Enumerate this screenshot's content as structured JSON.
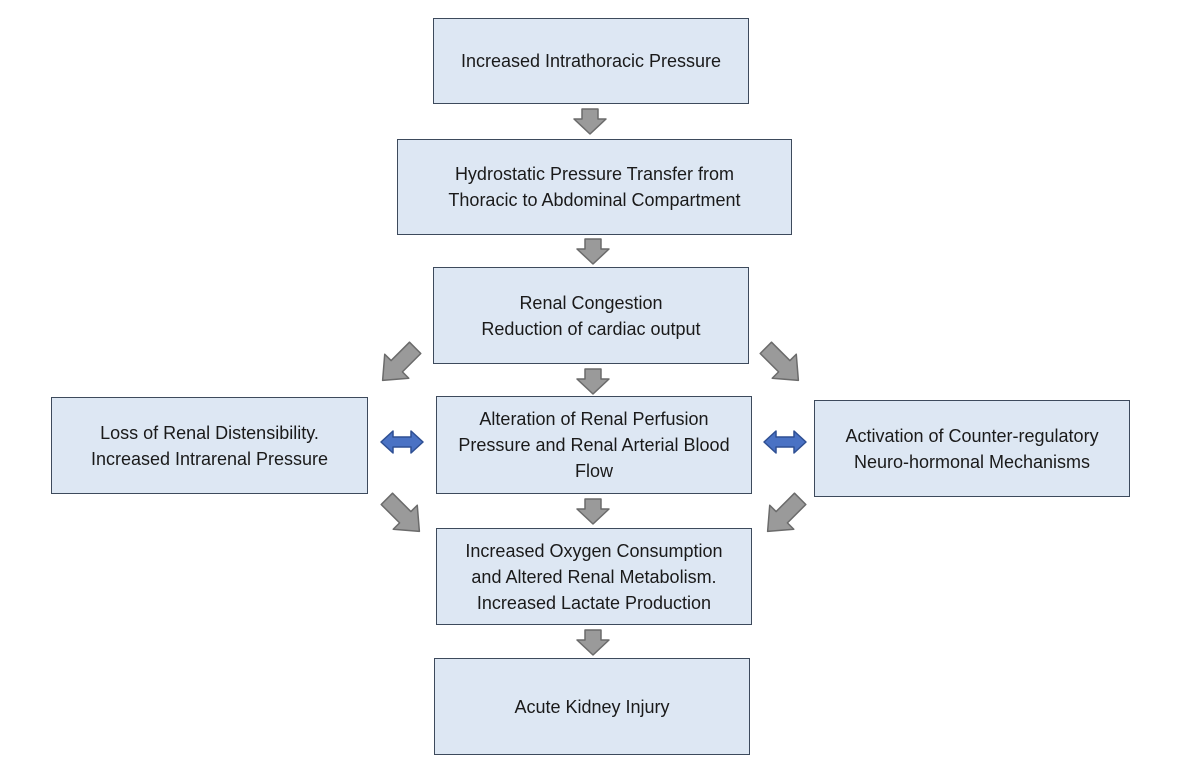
{
  "diagram": {
    "nodes": {
      "intrathoracic": "Increased Intrathoracic Pressure",
      "hydrostatic": "Hydrostatic Pressure Transfer from\nThoracic to Abdominal Compartment",
      "congestion": "Renal Congestion\nReduction of cardiac output",
      "perfusion": "Alteration of Renal Perfusion\nPressure and Renal Arterial Blood\nFlow",
      "distensibility": "Loss of Renal Distensibility.\nIncreased Intrarenal Pressure",
      "neurohormonal": "Activation of Counter-regulatory\nNeuro-hormonal Mechanisms",
      "oxygen": "Increased Oxygen Consumption\nand Altered Renal Metabolism.\nIncreased Lactate Production",
      "aki": "Acute Kidney Injury"
    },
    "colors": {
      "box_fill": "#dde7f3",
      "box_border": "#3d4a5c",
      "flow_arrow": "#9a9a9a",
      "bidirectional_arrow": "#4a72c4"
    }
  }
}
